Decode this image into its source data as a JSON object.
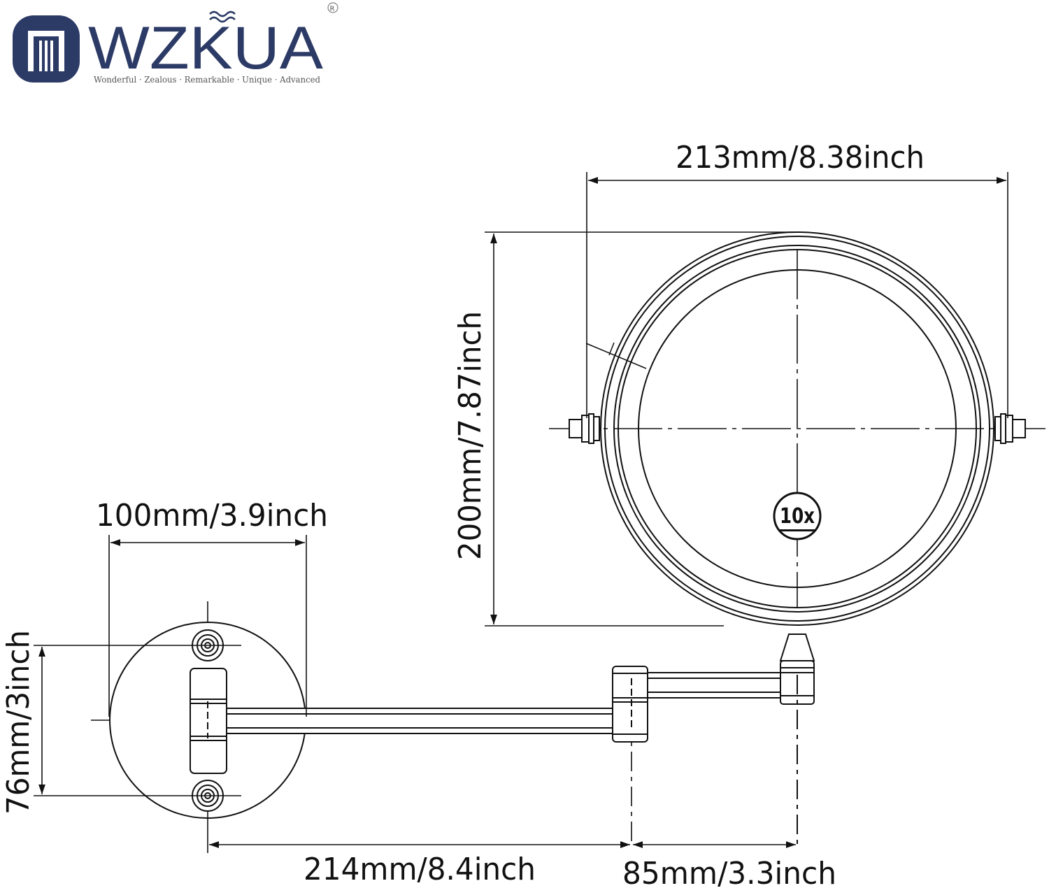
{
  "brand": {
    "name": "WZKUA",
    "registered_mark": "R",
    "tagline": "Wonderful · Zealous · Remarkable · Unique · Advanced",
    "logo_color": "#2c3a66"
  },
  "dimensions": {
    "mirror_width": "213mm/8.38inch",
    "mirror_height": "200mm/7.87inch",
    "base_width": "100mm/3.9inch",
    "base_height": "76mm/3inch",
    "arm_length": "214mm/8.4inch",
    "joint_length": "85mm/3.3inch"
  },
  "mirror": {
    "magnification_label": "10x"
  },
  "line_color": "#111111"
}
